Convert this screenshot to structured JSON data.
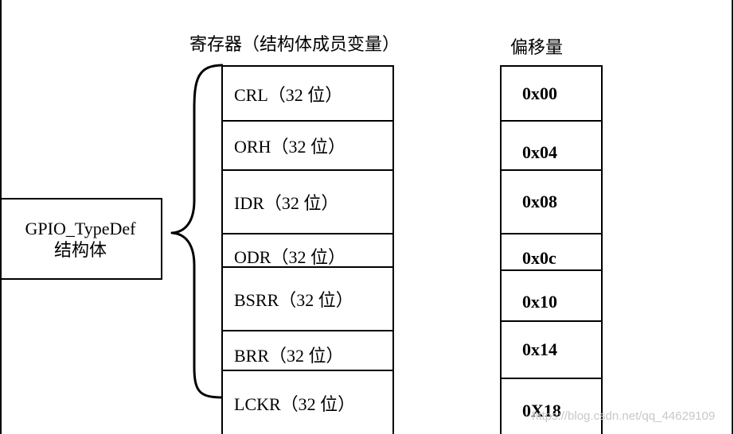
{
  "headings": {
    "registers": "寄存器（结构体成员变量）",
    "offsets": "偏移量"
  },
  "struct": {
    "line1": "GPIO_TypeDef",
    "line2": "结构体"
  },
  "registers": [
    {
      "name": "CRL（32 位）",
      "offset": "0x00"
    },
    {
      "name": "ORH（32 位）",
      "offset": "0x04"
    },
    {
      "name": "IDR（32 位）",
      "offset": "0x08"
    },
    {
      "name": "ODR（32 位）",
      "offset": "0x0c"
    },
    {
      "name": "BSRR（32 位）",
      "offset": "0x10"
    },
    {
      "name": "BRR（32 位）",
      "offset": "0x14"
    },
    {
      "name": "LCKR（32 位）",
      "offset": "0X18"
    }
  ],
  "watermark": "https://blog.csdn.net/qq_44629109"
}
